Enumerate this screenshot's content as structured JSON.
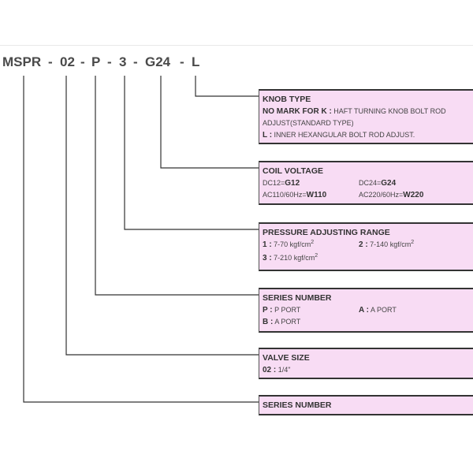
{
  "model_code": {
    "parts": [
      "MSPR",
      "-",
      "02",
      "-",
      "P",
      "-",
      "3",
      "-",
      "G24",
      "-",
      "L"
    ]
  },
  "boxes": {
    "knob": {
      "title": "KNOB TYPE",
      "line1_key": "NO MARK FOR K :",
      "line1_text": " HAFT TURNING KNOB BOLT ROD",
      "line2_text": "ADJUST(STANDARD TYPE)",
      "line3_key": "L :",
      "line3_text": " INNER HEXANGULAR BOLT ROD ADJUST."
    },
    "coil": {
      "title": "COIL VOLTAGE",
      "r1c1_pre": "DC12=",
      "r1c1_val": "G12",
      "r1c2_pre": "DC24=",
      "r1c2_val": "G24",
      "r2c1_pre": "AC110/60Hz=",
      "r2c1_val": "W110",
      "r2c2_pre": "AC220/60Hz=",
      "r2c2_val": "W220"
    },
    "pressure": {
      "title": "PRESSURE ADJUSTING RANGE",
      "r1c1_key": "1 :",
      "r1c1_text": " 7-70 kgf/cm",
      "r1c2_key": "2 :",
      "r1c2_text": " 7-140 kgf/cm",
      "r2c1_key": "3 :",
      "r2c1_text": " 7-210 kgf/cm",
      "exp": "2"
    },
    "series": {
      "title": "SERIES NUMBER",
      "r1c1_key": "P :",
      "r1c1_text": " P PORT",
      "r1c2_key": "A :",
      "r1c2_text": " A PORT",
      "r2c1_key": "B :",
      "r2c1_text": " A PORT"
    },
    "valve": {
      "title": "VALVE SIZE",
      "r1_key": "02 :",
      "r1_text": " 1/4\""
    },
    "series2": {
      "title": "SERIES NUMBER"
    }
  },
  "colors": {
    "box_fill": "#f8dcf4",
    "line": "#333333",
    "code_text": "#4a4a4a"
  }
}
